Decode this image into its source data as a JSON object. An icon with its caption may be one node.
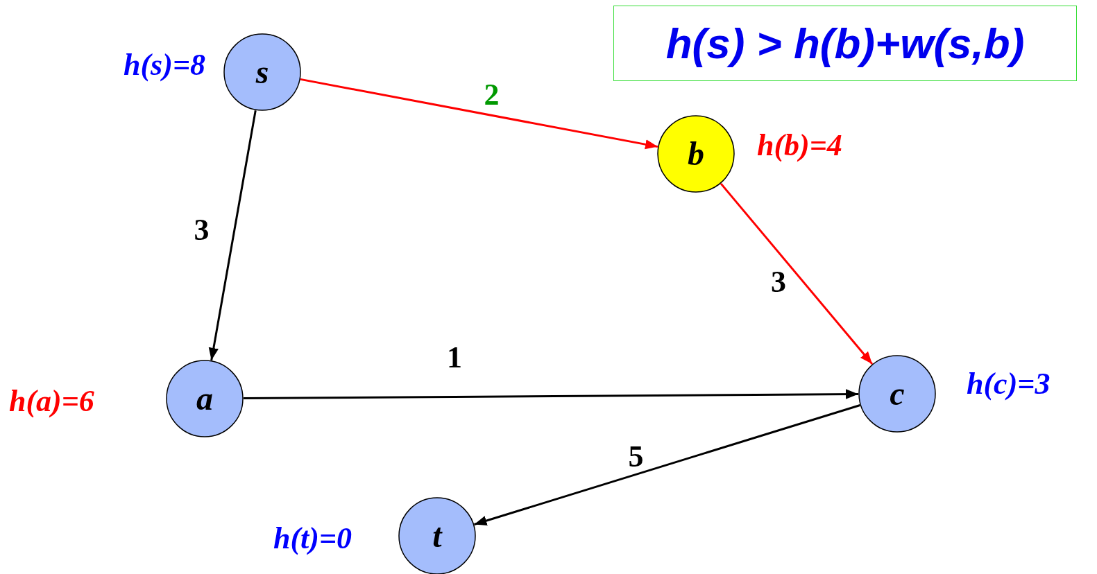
{
  "diagram": {
    "nodes": [
      {
        "text": [
          "s"
        ],
        "beside": [
          "h(s)=8"
        ]
      },
      {
        "text": [
          "h(s) > h(b)+w(s,b)"
        ]
      },
      {
        "text": [
          "b"
        ],
        "beside": [
          "h(b)=4"
        ]
      },
      {
        "text": [
          "a"
        ],
        "beside": [
          "h(a)=6"
        ]
      },
      {
        "text": [
          "c"
        ],
        "beside": [
          "h(c)=3"
        ]
      },
      {
        "text": [
          "t"
        ],
        "beside": [
          "h(t)=0"
        ]
      }
    ],
    "edges": [
      {
        "from": 0,
        "to": 2,
        "arrow": "to",
        "label": "2",
        "color": "#ff0000"
      },
      {
        "from": 0,
        "to": 3,
        "arrow": "to",
        "label": "3"
      },
      {
        "from": 2,
        "to": 4,
        "arrow": "to",
        "label": "3",
        "color": "#ff0000"
      },
      {
        "from": 3,
        "to": 4,
        "arrow": "to",
        "label": "1"
      },
      {
        "from": 4,
        "to": 5,
        "arrow": "to",
        "label": "5"
      }
    ]
  }
}
